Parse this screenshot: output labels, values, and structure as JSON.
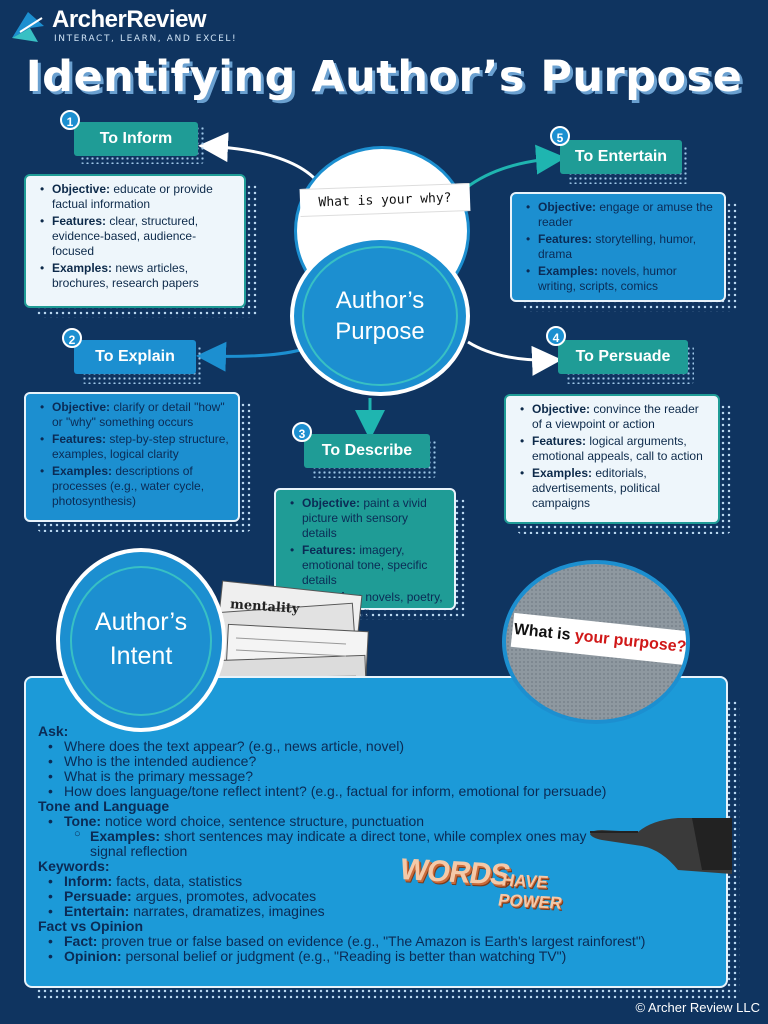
{
  "header": {
    "logo_name": "ArcherReview",
    "logo_tagline": "INTERACT, LEARN, AND EXCEL!",
    "title": "Identifying Author’s Purpose"
  },
  "center": {
    "question": "What is your why?",
    "line1": "Author’s",
    "line2": "Purpose"
  },
  "purposes": [
    {
      "number": "1",
      "label": "To Inform",
      "objective": "educate or provide factual information",
      "features": "clear, structured, evidence-based, audience-focused",
      "examples": "news articles, brochures, research papers"
    },
    {
      "number": "2",
      "label": "To Explain",
      "objective": "clarify or detail \"how\" or \"why\" something occurs",
      "features": "step-by-step structure, examples, logical clarity",
      "examples": "descriptions of processes (e.g., water cycle, photosynthesis)"
    },
    {
      "number": "3",
      "label": "To Describe",
      "objective": "paint a vivid picture with sensory details",
      "features": "imagery, emotional tone, specific details",
      "examples": "novels, poetry, travel writing"
    },
    {
      "number": "4",
      "label": "To Persuade",
      "objective": "convince the reader of a viewpoint or action",
      "features": "logical arguments, emotional appeals, call to action",
      "examples": "editorials, advertisements, political campaigns"
    },
    {
      "number": "5",
      "label": "To Entertain",
      "objective": "engage or amuse the reader",
      "features": "storytelling, humor, drama",
      "examples": "novels, humor writing, scripts, comics"
    }
  ],
  "labels": {
    "objective": "Objective:",
    "features": "Features:",
    "examples": "Examples:"
  },
  "intent": {
    "line1": "Author’s",
    "line2": "Intent"
  },
  "newspaper_text": "mentality",
  "purpose_photo": {
    "part1": "What is ",
    "part2": "your purpose?"
  },
  "panel": {
    "ask_heading": "Ask:",
    "ask_items": [
      "Where does the text appear? (e.g., news article, novel)",
      "Who is the intended audience?",
      "What is the primary message?",
      "How does language/tone reflect intent? (e.g., factual for inform, emotional for persuade)"
    ],
    "tone_heading": "Tone and Language",
    "tone_label": "Tone:",
    "tone_text": "notice word choice, sentence structure, punctuation",
    "tone_examples_label": "Examples:",
    "tone_examples_text": "short sentences may indicate a direct tone, while complex ones may signal reflection",
    "keywords_heading": "Keywords:",
    "keywords": [
      {
        "label": "Inform:",
        "text": "facts, data, statistics"
      },
      {
        "label": "Persuade:",
        "text": "argues, promotes, advocates"
      },
      {
        "label": "Entertain:",
        "text": "narrates, dramatizes, imagines"
      }
    ],
    "fact_heading": "Fact vs Opinion",
    "fact_label": "Fact:",
    "fact_text": "proven true or false based on evidence (e.g., \"The Amazon is Earth's largest rainforest\")",
    "opinion_label": "Opinion:",
    "opinion_text": "personal belief or judgment (e.g., \"Reading is better than watching TV\")"
  },
  "words_power": {
    "big": "WORDS",
    "small": "HAVE POWER"
  },
  "footer": {
    "copyright": "© Archer Review LLC"
  }
}
